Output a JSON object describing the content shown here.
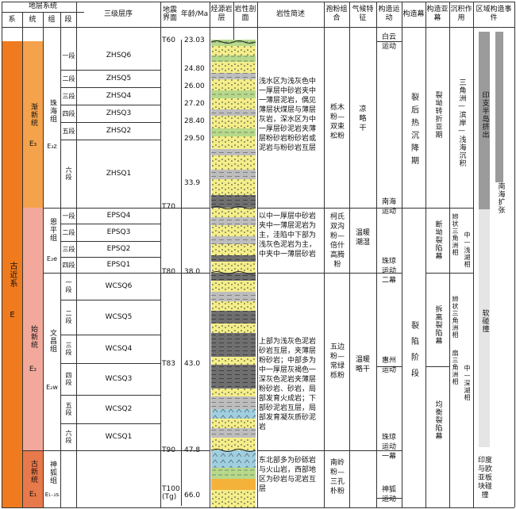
{
  "header": {
    "stratigraphy_system": "地层系统",
    "system": "系",
    "series": "统",
    "group": "组",
    "member": "段",
    "tertiary_sequence": "三级层序",
    "seismic_boundary": "地震界面",
    "age_unit": "年龄/Ma",
    "source_rock": "烃源岩层",
    "lith_section": "岩性剖面",
    "lith_description": "岩性简述",
    "pollen": "孢粉组合",
    "climate": "气候特征",
    "tectonic_movement": "构造运动",
    "tectonic_curtain": "构造幕",
    "tectonic_subcurtain": "构造亚幕",
    "sedimentation": "沉积作用",
    "regional_events": "区域构造事件"
  },
  "system": {
    "name": "古近系",
    "code": "E"
  },
  "series": [
    {
      "name": "渐新统",
      "code": "E₃"
    },
    {
      "name": "始新统",
      "code": "E₂"
    },
    {
      "name": "古新统",
      "code": "E₁"
    }
  ],
  "groups": [
    {
      "name": "珠海组",
      "code": "E₃z"
    },
    {
      "name": "恩平组",
      "code": "E₂e"
    },
    {
      "name": "文昌组",
      "code": "E₂w"
    },
    {
      "name": "神狐组",
      "code": "E₁₋₂s"
    }
  ],
  "members_zh": [
    "一段",
    "二段",
    "三段",
    "四段",
    "五段",
    "六段"
  ],
  "members_ep": [
    "一段",
    "二段",
    "三段",
    "四段"
  ],
  "members_wc": [
    "一段",
    "二段",
    "三段",
    "四段",
    "五段",
    "六段"
  ],
  "sequences": [
    "ZHSQ6",
    "ZHSQ5",
    "ZHSQ4",
    "ZHSQ3",
    "ZHSQ2",
    "ZHSQ1",
    "EPSQ4",
    "EPSQ3",
    "EPSQ2",
    "EPSQ1",
    "WCSQ6",
    "WCSQ5",
    "WCSQ4",
    "WCSQ3",
    "WCSQ2",
    "WCSQ1"
  ],
  "seismic": [
    "T60",
    "T70",
    "T80",
    "T83",
    "T90",
    "T100\n(Tg)"
  ],
  "ages": [
    "23.03",
    "24.80",
    "26.00",
    "27.20",
    "28.40",
    "29.50",
    "33.9",
    "38.0",
    "43.0",
    "47.8",
    "66.0"
  ],
  "descriptions": {
    "zh": "浅水区为浅灰色中一厚层中砂岩夹中一薄层泥岩，偶见薄层状煤层与薄层灰岩，深水区为中一厚层砂泥岩夹薄层粉砂岩粉砂岩或泥岩与粉砂岩互层",
    "ep": "以中一厚层中砂岩夹中一薄层泥岩为主，洼陷中下部为浅灰色泥岩为主，中夹中一薄层砂岩",
    "wc": "上部为浅灰色泥岩砂岩互层，夹薄层粉砂岩；中部多为中一厚层灰褐色一深灰色泥岩夹薄层粉砂岩、砂岩，局部发育火成岩；下部砂泥岩互层，局部发育凝灰质砂泥岩",
    "sh": "东北部多为砂砾岩与火山岩，西部地区为砂岩与泥岩互层"
  },
  "pollen": {
    "zh": "栎木粉—双束松粉",
    "ep": "柯氏双沟粉—倍什高腾粉",
    "wc": "五边粉—常绿栎粉",
    "sh": "南岭粉—三孔朴粉"
  },
  "climate": {
    "zh": "凉略干",
    "ep": "温暖潮湿",
    "wc": "温暖略干"
  },
  "movements": [
    "白云运动",
    "南海运动",
    "珠琼运动二幕",
    "惠州运动",
    "珠琼运动一幕",
    "神狐运动"
  ],
  "curtains": [
    "裂后热沉降期",
    "裂陷阶段"
  ],
  "subcurtains": [
    "裂坳转折亚期",
    "断坳裂陷幕",
    "拆离裂陷幕",
    "均衡裂陷幕"
  ],
  "sedimentation": {
    "zh": "三角洲—滨岸—浅海沉积",
    "ep_a": "辫状三角洲相",
    "ep_b": "中—浅湖相",
    "wc_a": "辫状三角洲相",
    "wc_b": "扇三角洲相",
    "wc_c": "中—深湖相"
  },
  "events": [
    "印支半岛挤出",
    "南海扩张",
    "软碰撞",
    "印度与欧亚板块碰撞"
  ],
  "colors": {
    "e3": "#f4a24b",
    "e2": "#f2a99b",
    "e1": "#e8794b",
    "system": "#f07a1e",
    "source_light": "#9fd7f0",
    "source_dark": "#1f8fd6",
    "event_bar": "#9b9b9b"
  }
}
